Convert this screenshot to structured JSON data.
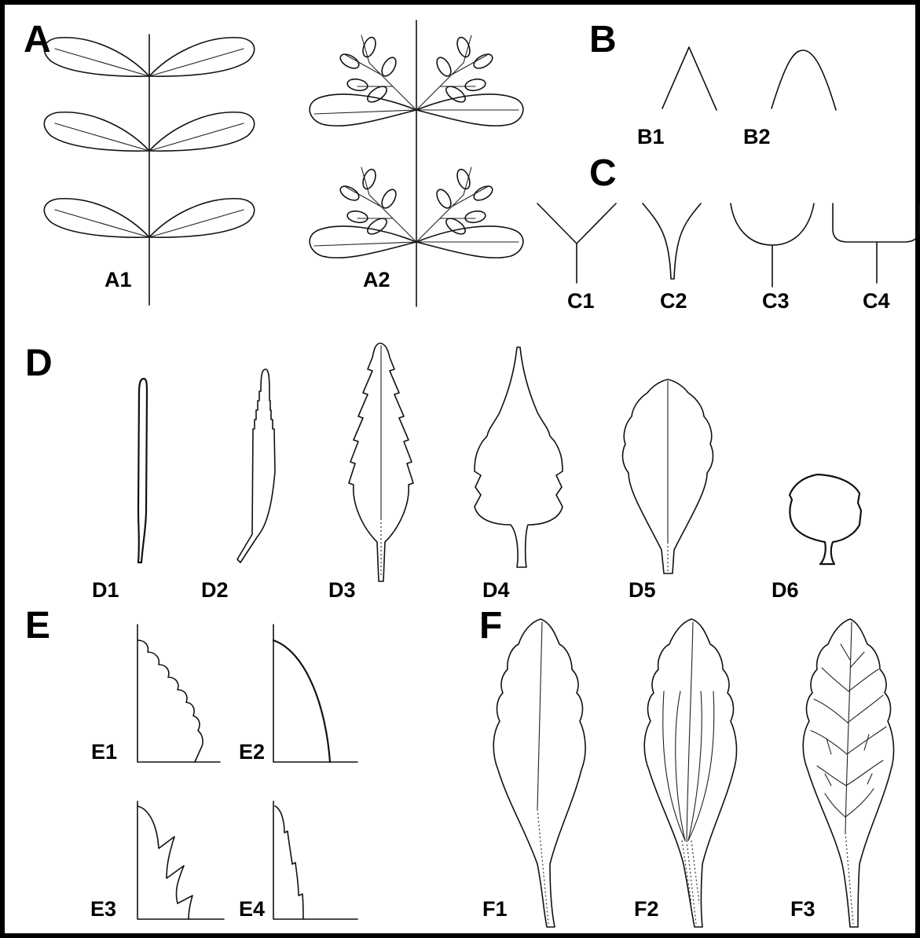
{
  "panels": {
    "A": {
      "letter": "A",
      "items": [
        "A1",
        "A2"
      ]
    },
    "B": {
      "letter": "B",
      "items": [
        "B1",
        "B2"
      ]
    },
    "C": {
      "letter": "C",
      "items": [
        "C1",
        "C2",
        "C3",
        "C4"
      ]
    },
    "D": {
      "letter": "D",
      "items": [
        "D1",
        "D2",
        "D3",
        "D4",
        "D5",
        "D6"
      ]
    },
    "E": {
      "letter": "E",
      "items": [
        "E1",
        "E2",
        "E3",
        "E4"
      ]
    },
    "F": {
      "letter": "F",
      "items": [
        "F1",
        "F2",
        "F3"
      ]
    }
  },
  "colors": {
    "background": "#ffffff",
    "line": "#111111",
    "border": "#000000"
  }
}
